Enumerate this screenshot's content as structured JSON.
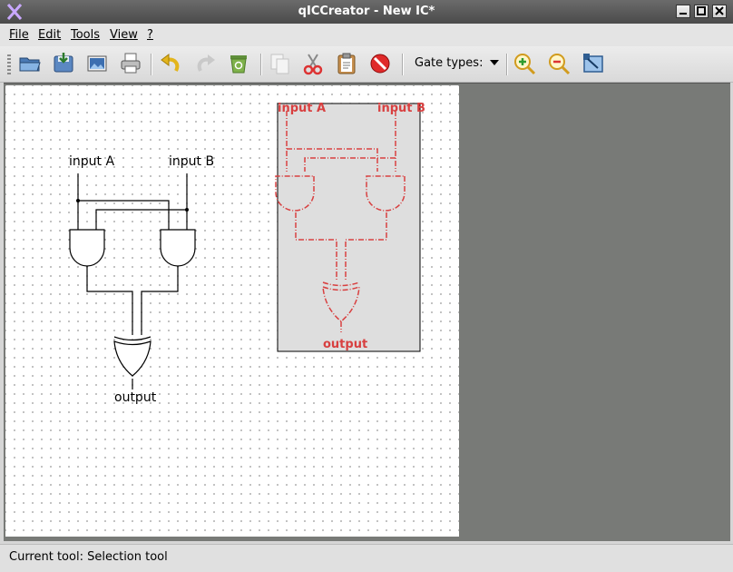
{
  "window": {
    "title": "qICCreator - New IC*"
  },
  "menu": [
    {
      "id": "file",
      "label": "File"
    },
    {
      "id": "edit",
      "label": "Edit"
    },
    {
      "id": "tools",
      "label": "Tools"
    },
    {
      "id": "view",
      "label": "View"
    },
    {
      "id": "help",
      "label": "?"
    }
  ],
  "toolbar": {
    "gate_types_label": "Gate types:",
    "buttons": [
      "open-folder-icon",
      "save-icon",
      "export-image-icon",
      "print-icon",
      "undo-icon",
      "redo-icon",
      "recycle-icon",
      "copy-icon",
      "cut-icon",
      "paste-icon",
      "stop-icon",
      "zoom-in-icon",
      "zoom-out-icon",
      "zoom-fit-icon"
    ]
  },
  "circuit": {
    "input_a": "input A",
    "input_b": "input B",
    "output": "output"
  },
  "preview": {
    "input_a": "input A",
    "input_b": "input B",
    "output": "output",
    "color": "#d84040"
  },
  "status": {
    "text": "Current tool: Selection tool"
  }
}
